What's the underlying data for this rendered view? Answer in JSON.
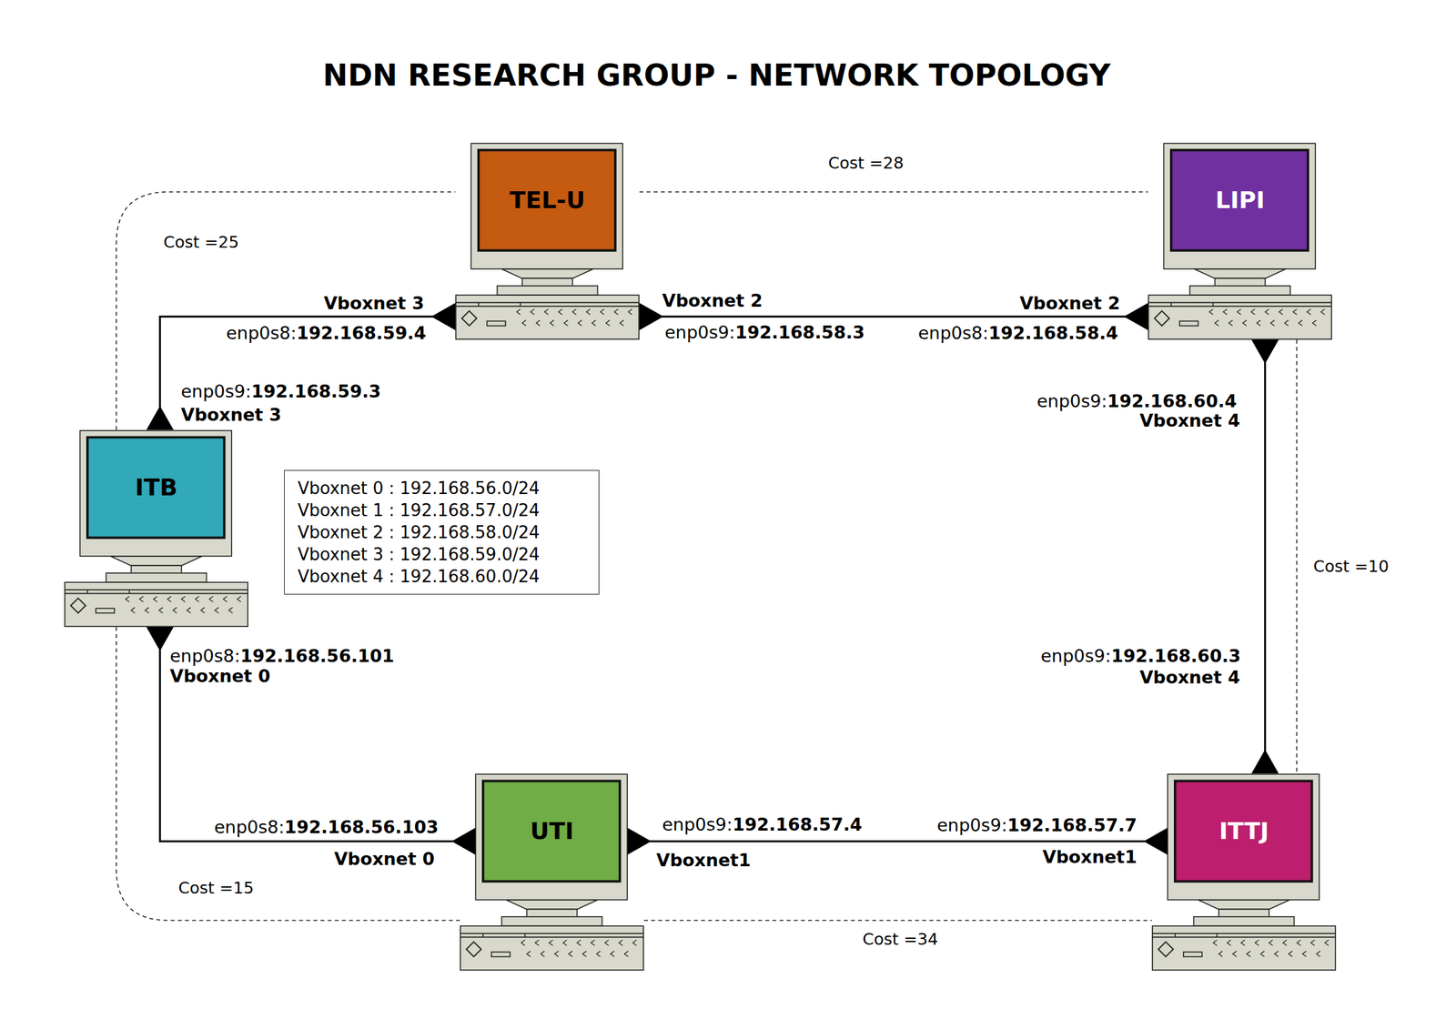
{
  "diagram": {
    "title": "NDN RESEARCH GROUP - NETWORK TOPOLOGY",
    "nodes": [
      {
        "text": [
          "TEL-U"
        ]
      },
      {
        "text": [
          "LIPI"
        ]
      },
      {
        "text": [
          "ITB"
        ]
      },
      {
        "text": [
          "Vboxnet 0 : 192.168.56.0/24",
          "Vboxnet 1 : 192.168.57.0/24",
          "Vboxnet 2 : 192.168.58.0/24",
          "Vboxnet 3 : 192.168.59.0/24",
          "Vboxnet 4 : 192.168.60.0/24"
        ]
      },
      {
        "text": [
          "UTI"
        ]
      },
      {
        "text": [
          "ITTJ"
        ]
      }
    ],
    "edges": [
      {
        "from": 2,
        "to": 0,
        "arrow": "both"
      },
      {
        "from": 0,
        "to": 1,
        "arrow": "both"
      },
      {
        "from": 1,
        "to": 5,
        "arrow": "both"
      },
      {
        "from": 2,
        "to": 4,
        "arrow": "both"
      },
      {
        "from": 4,
        "to": 5,
        "arrow": "both"
      },
      {
        "from": 2,
        "to": 0,
        "label": "Cost =25",
        "arrow": "none"
      },
      {
        "from": 0,
        "to": 1,
        "label": "Cost =28",
        "arrow": "none"
      },
      {
        "from": 1,
        "to": 5,
        "label": "Cost =10",
        "arrow": "none"
      },
      {
        "from": 4,
        "to": 5,
        "label": "Cost =34",
        "arrow": "none"
      },
      {
        "from": 2,
        "to": 4,
        "label": "Cost =15",
        "arrow": "none"
      }
    ],
    "labels": [
      "Vboxnet 3",
      "enp0s8:",
      "192.168.59.4",
      "Vboxnet 2",
      "enp0s9:",
      "192.168.58.3",
      "Vboxnet 2",
      "enp0s8:",
      "192.168.58.4",
      "enp0s9:",
      "192.168.59.3",
      "Vboxnet 3",
      "enp0s9:",
      "192.168.60.4",
      "Vboxnet 4",
      "enp0s8:",
      "192.168.56.101",
      "Vboxnet 0",
      "enp0s9:",
      "192.168.60.3",
      "Vboxnet 4",
      "enp0s8:",
      "192.168.56.103",
      "enp0s9:",
      "192.168.57.4",
      "enp0s9:",
      "192.168.57.7",
      "Vboxnet 0",
      "Vboxnet1",
      "Vboxnet1"
    ]
  }
}
